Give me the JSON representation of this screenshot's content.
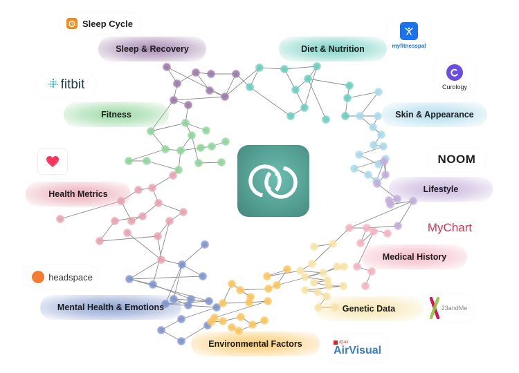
{
  "center_logo": {
    "icon": "linked-rings-logo-icon",
    "color": "#52998d"
  },
  "categories": [
    {
      "id": "sleep",
      "label": "Sleep & Recovery",
      "color": "#9b7aa8"
    },
    {
      "id": "diet",
      "label": "Diet & Nutrition",
      "color": "#6ccdbe"
    },
    {
      "id": "fitness",
      "label": "Fitness",
      "color": "#8fd49a"
    },
    {
      "id": "skin",
      "label": "Skin & Appearance",
      "color": "#a9d9ea"
    },
    {
      "id": "lifestyle",
      "label": "Lifestyle",
      "color": "#c3add9"
    },
    {
      "id": "health",
      "label": "Health Metrics",
      "color": "#e7a3b0"
    },
    {
      "id": "medical",
      "label": "Medical History",
      "color": "#f3b3c0"
    },
    {
      "id": "mental",
      "label": "Mental Health & Emotions",
      "color": "#7e95cc"
    },
    {
      "id": "genetic",
      "label": "Genetic Data",
      "color": "#f7e3a6"
    },
    {
      "id": "environment",
      "label": "Environmental Factors",
      "color": "#f8c560"
    }
  ],
  "brands": [
    {
      "id": "sleep-cycle",
      "label": "Sleep Cycle",
      "icon": "alarm-clock-icon",
      "color": "#f28b1e"
    },
    {
      "id": "myfitnesspal",
      "label": "myfitnesspal",
      "icon": "stick-figure-icon",
      "color": "#1a73e8"
    },
    {
      "id": "curology",
      "label": "Curology",
      "icon": "curology-swirl-icon",
      "color": "#6d4ce0"
    },
    {
      "id": "fitbit",
      "label": "fitbit",
      "icon": "fitbit-dots-icon",
      "color": "#2fb3c4"
    },
    {
      "id": "noom",
      "label": "NOOM",
      "icon": "",
      "color": "#222222"
    },
    {
      "id": "apple-health",
      "label": "",
      "icon": "heart-icon",
      "color": "#ff375f"
    },
    {
      "id": "mychart",
      "label": "MyChart",
      "icon": "",
      "color": "#d9334f"
    },
    {
      "id": "headspace",
      "label": "headspace",
      "icon": "orange-dot-icon",
      "color": "#f47d31"
    },
    {
      "id": "23andme",
      "label": "23andMe",
      "icon": "chromosome-x-icon",
      "color": "#d4145a"
    },
    {
      "id": "airvisual",
      "label": "AirVisual",
      "sublabel": "IQAir",
      "icon": "swiss-cross-icon",
      "color": "#3a7fc1"
    }
  ]
}
